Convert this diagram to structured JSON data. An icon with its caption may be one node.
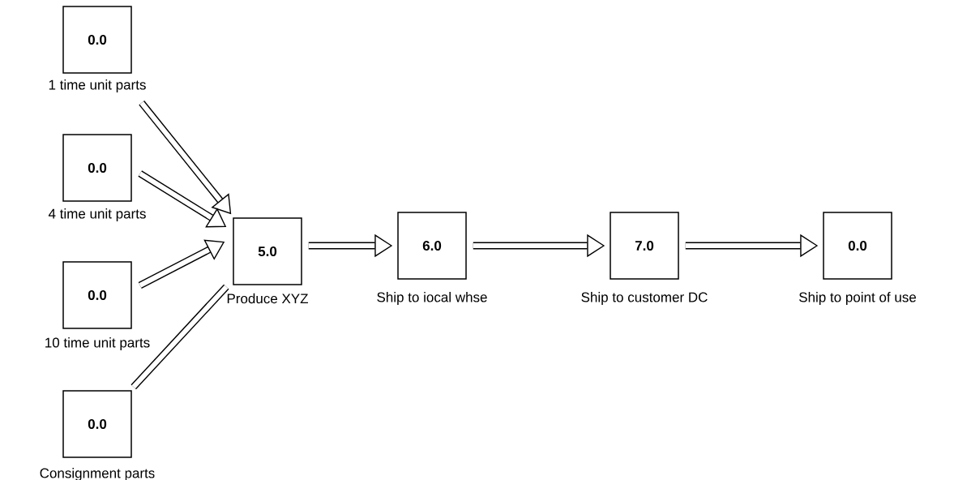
{
  "diagram": {
    "nodes": [
      {
        "text": [
          "0.0"
        ],
        "beside": [
          "1 time unit parts"
        ]
      },
      {
        "text": [
          "0.0"
        ],
        "beside": [
          "4 time unit parts"
        ]
      },
      {
        "text": [
          "0.0"
        ],
        "beside": [
          "10 time unit parts"
        ]
      },
      {
        "text": [
          "0.0"
        ],
        "beside": [
          "Consignment parts"
        ]
      },
      {
        "text": [
          "5.0"
        ],
        "beside": [
          "Produce XYZ"
        ]
      },
      {
        "text": [
          "6.0"
        ],
        "beside": [
          "Ship to iocal whse"
        ]
      },
      {
        "text": [
          "7.0"
        ],
        "beside": [
          "Ship to customer DC"
        ]
      },
      {
        "text": [
          "0.0"
        ],
        "beside": [
          "Ship to point of use"
        ]
      }
    ],
    "edges": [
      {
        "from": 0,
        "to": 4,
        "arrow": "to"
      },
      {
        "from": 1,
        "to": 4,
        "arrow": "to"
      },
      {
        "from": 2,
        "to": 4,
        "arrow": "to"
      },
      {
        "from": 3,
        "to": 4,
        "arrow": "none"
      },
      {
        "from": 4,
        "to": 5,
        "arrow": "to"
      },
      {
        "from": 5,
        "to": 6,
        "arrow": "to"
      },
      {
        "from": 6,
        "to": 7,
        "arrow": "to"
      }
    ]
  }
}
